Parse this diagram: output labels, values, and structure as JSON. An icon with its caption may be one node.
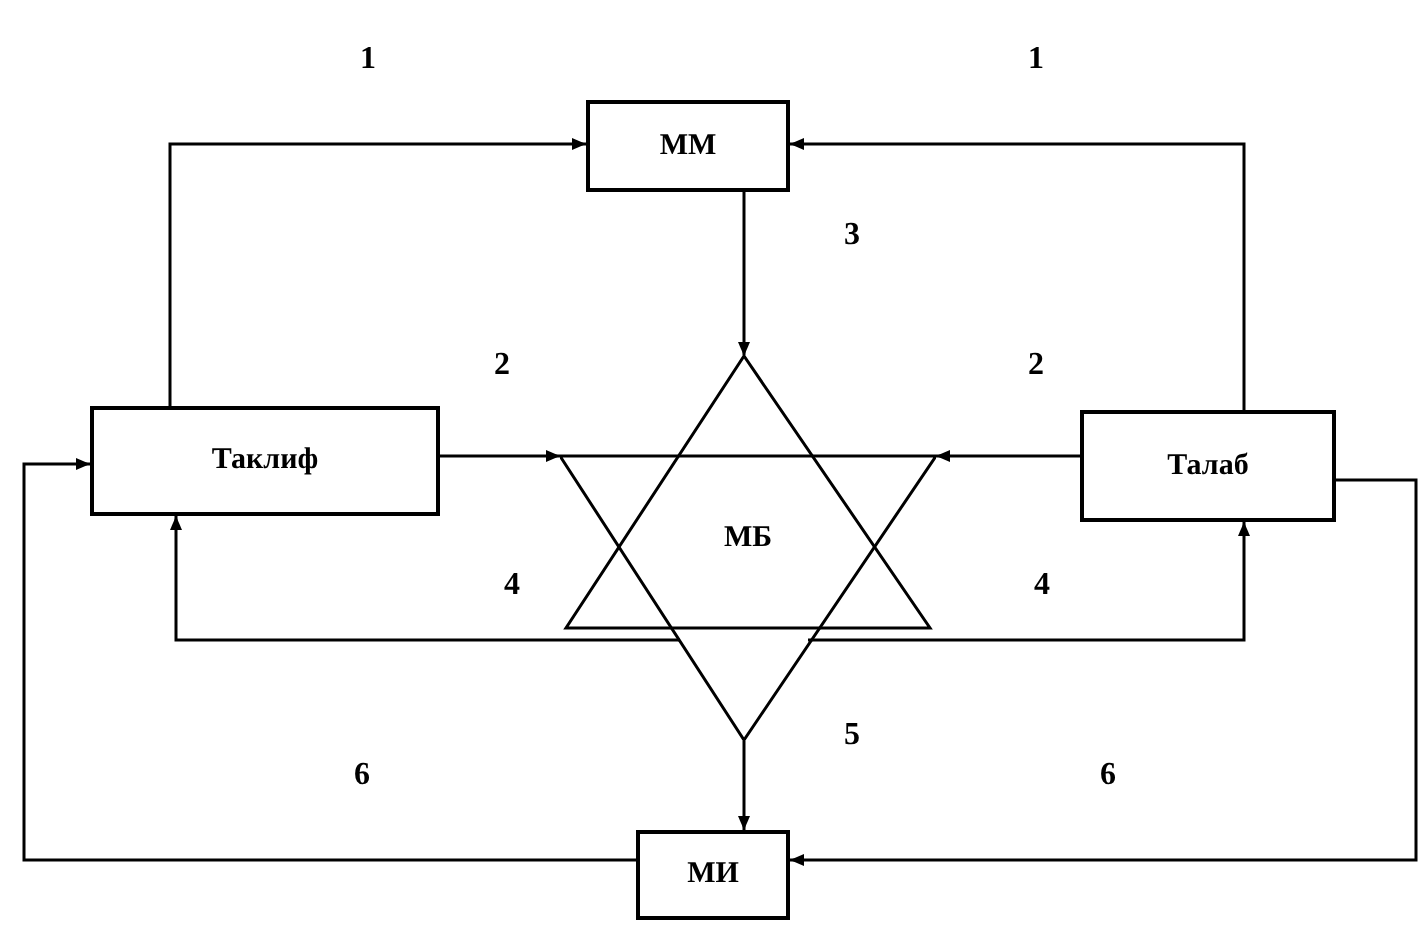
{
  "diagram": {
    "nodes": [
      {
        "text": [
          "ММ"
        ]
      },
      {
        "text": [
          "Таклиф"
        ]
      },
      {
        "text": [
          "МБ"
        ]
      },
      {
        "text": [
          "Талаб"
        ]
      },
      {
        "text": [
          "МИ"
        ]
      }
    ],
    "edges": [
      {
        "from": 1,
        "to": 0,
        "arrow": "to",
        "label": "1"
      },
      {
        "from": 3,
        "to": 0,
        "arrow": "to",
        "label": "1"
      },
      {
        "from": 0,
        "to": 2,
        "arrow": "to",
        "label": "3"
      },
      {
        "from": 1,
        "to": 2,
        "arrow": "to",
        "label": "2"
      },
      {
        "from": 3,
        "to": 2,
        "arrow": "to",
        "label": "2"
      },
      {
        "from": 2,
        "to": 1,
        "arrow": "to",
        "label": "4"
      },
      {
        "from": 2,
        "to": 3,
        "arrow": "to",
        "label": "4"
      },
      {
        "from": 2,
        "to": 4,
        "arrow": "to",
        "label": "5"
      },
      {
        "from": 4,
        "to": 1,
        "arrow": "to",
        "label": "6"
      },
      {
        "from": 3,
        "to": 4,
        "arrow": "to",
        "label": "6"
      }
    ]
  }
}
